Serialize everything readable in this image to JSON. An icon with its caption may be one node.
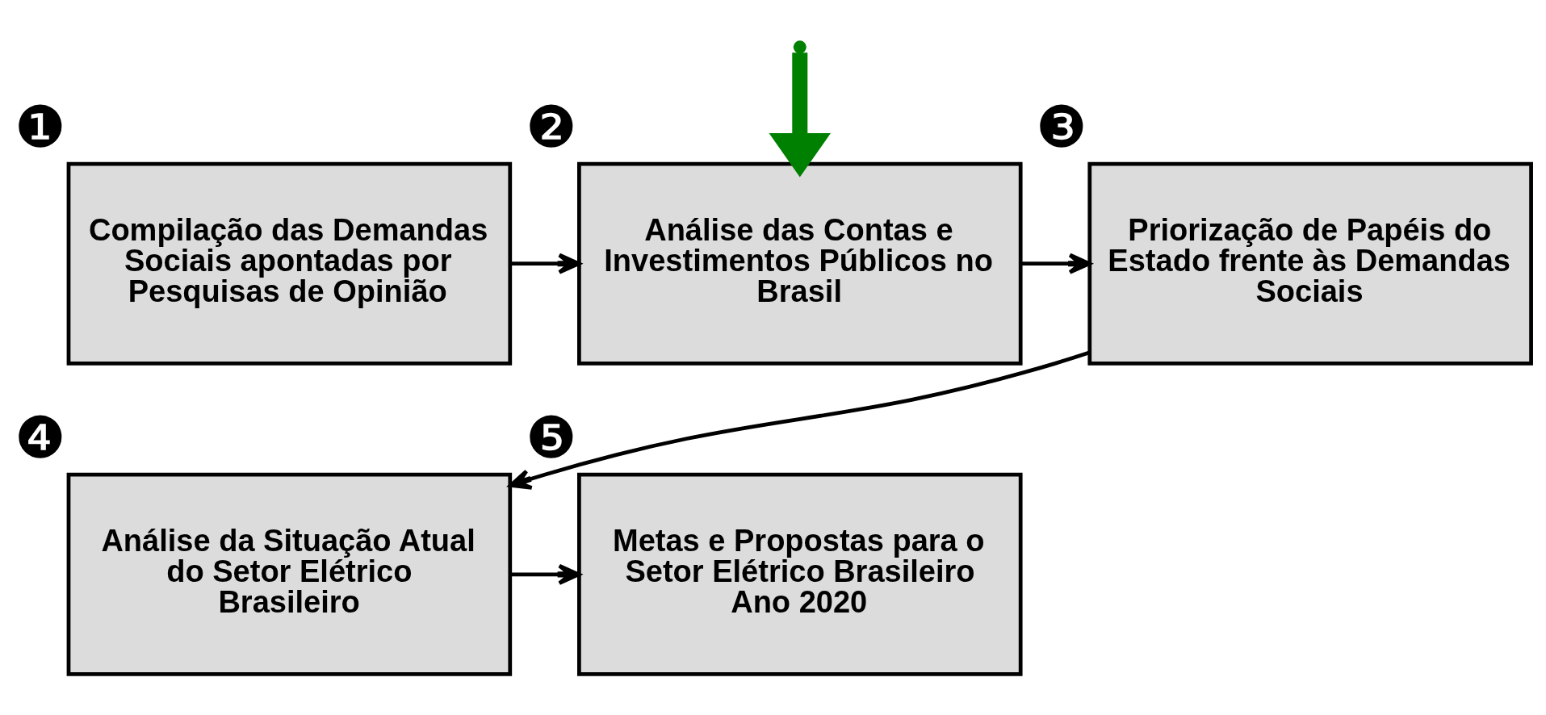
{
  "diagram": {
    "nodes": [
      {
        "text": [
          "Compilação das Demandas Sociais apontadas por Pesquisas de Opinião"
        ],
        "beside": [
          "❶"
        ]
      },
      {
        "text": [
          "Análise das Contas e Investimentos Públicos no Brasil"
        ],
        "beside": [
          "❷"
        ]
      },
      {
        "text": [
          "Priorização de Papéis do Estado frente às Demandas Sociais"
        ],
        "beside": [
          "❸"
        ]
      },
      {
        "text": [
          "Análise da Situação Atual do Setor Elétrico Brasileiro"
        ],
        "beside": [
          "❹"
        ]
      },
      {
        "text": [
          "Metas e Propostas para o Setor Elétrico Brasileiro Ano 2020"
        ],
        "beside": [
          "❺"
        ]
      }
    ],
    "edges": [
      {
        "from": null,
        "to": 1,
        "arrow": "to",
        "style": "thick",
        "color": "#008000"
      },
      {
        "from": 0,
        "to": 1,
        "arrow": "to"
      },
      {
        "from": 1,
        "to": 2,
        "arrow": "to"
      },
      {
        "from": 2,
        "to": 3,
        "arrow": "to"
      },
      {
        "from": 3,
        "to": 4,
        "arrow": "to"
      }
    ]
  }
}
